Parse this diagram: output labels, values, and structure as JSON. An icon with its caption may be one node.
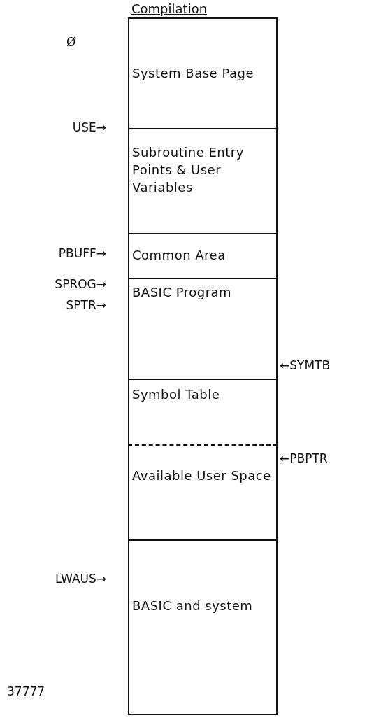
{
  "diagram": {
    "title": "Compilation",
    "nodes": [
      {
        "text": [
          "System Base Page"
        ]
      },
      {
        "text": [
          "Subroutine Entry Points & User Variables"
        ]
      },
      {
        "text": [
          "Common Area"
        ]
      },
      {
        "text": [
          "BASIC Program"
        ]
      },
      {
        "text": [
          "Symbol Table"
        ]
      },
      {
        "text": [
          "Available User Space"
        ]
      },
      {
        "text": [
          "BASIC and system"
        ]
      }
    ],
    "edges": [],
    "labels": [
      "Ø",
      "USE→",
      "PBUFF→",
      "SPROG→",
      "SPTR→",
      "←SYMTB",
      "←PBPTR",
      "LWAUS→",
      "37777"
    ]
  }
}
